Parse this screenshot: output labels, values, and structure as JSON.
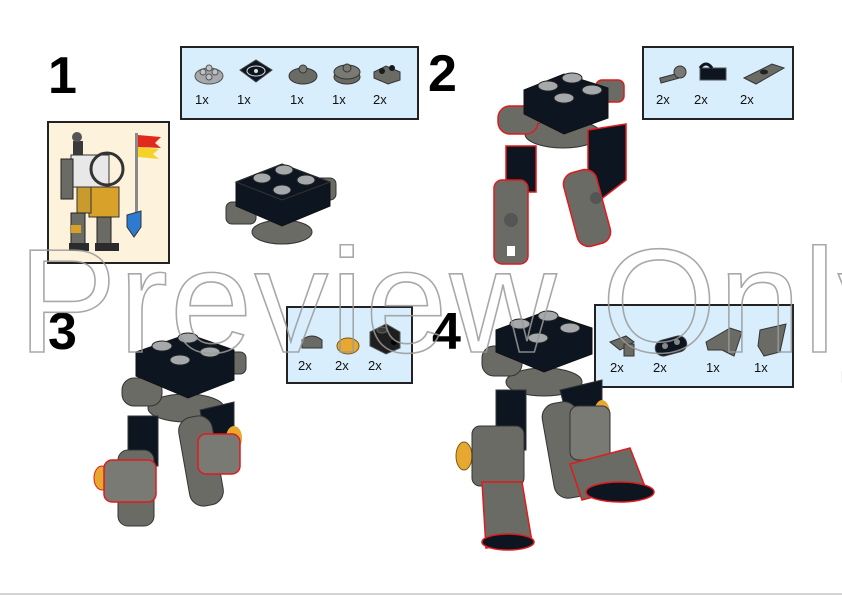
{
  "watermark": "Preview Only",
  "colors": {
    "callout_bg": "#d9eefc",
    "brick_black": "#0d1520",
    "brick_dark_gray": "#6b6b66",
    "brick_light_gray": "#a5a9ab",
    "highlight_red": "#e01b1b",
    "pearl_gold": "#e8a830",
    "preview_bg": "#fdf3dc"
  },
  "steps": [
    {
      "number": "1",
      "parts": [
        {
          "icon": "round-plate-2x2-light-gray",
          "qty": "1x"
        },
        {
          "icon": "turntable-plate-black",
          "qty": "1x"
        },
        {
          "icon": "round-plate-dark-gray",
          "qty": "1x"
        },
        {
          "icon": "round-brick-dark-gray",
          "qty": "1x"
        },
        {
          "icon": "clip-plate-dark-gray",
          "qty": "2x"
        }
      ]
    },
    {
      "number": "2",
      "parts": [
        {
          "icon": "ball-joint-bar",
          "qty": "2x"
        },
        {
          "icon": "clip-bracket-black",
          "qty": "2x"
        },
        {
          "icon": "hinge-plate-dark-gray",
          "qty": "2x"
        }
      ]
    },
    {
      "number": "3",
      "parts": [
        {
          "icon": "curved-tile-dark-gray",
          "qty": "2x"
        },
        {
          "icon": "round-tile-gold",
          "qty": "2x"
        },
        {
          "icon": "brick-with-side-stud-black",
          "qty": "2x"
        }
      ]
    },
    {
      "number": "4",
      "parts": [
        {
          "icon": "clip-dark-gray",
          "qty": "2x"
        },
        {
          "icon": "plate-1x2-rounded-black",
          "qty": "2x"
        },
        {
          "icon": "wedge-left-dark-gray",
          "qty": "1x"
        },
        {
          "icon": "wedge-right-dark-gray",
          "qty": "1x"
        }
      ]
    }
  ],
  "preview": {
    "label": "finished-mech-knight-preview"
  }
}
